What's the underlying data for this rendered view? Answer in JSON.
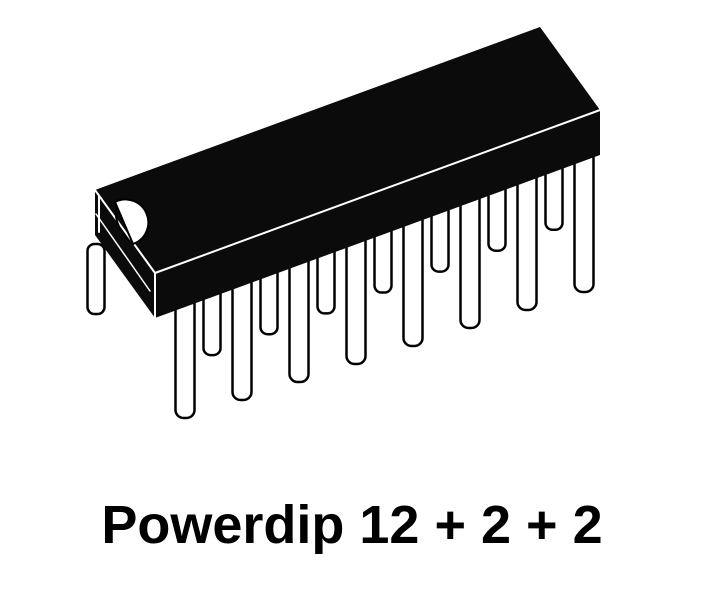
{
  "figure": {
    "type": "ic-package-3d-drawing",
    "caption": "Powerdip 12 + 2 + 2",
    "pins": {
      "front": 8,
      "back": 8,
      "total": 16
    },
    "colors": {
      "body": "#0b0b0b",
      "pin_fill": "#ffffff",
      "outline": "#000000",
      "edge_highlight": "#ffffff",
      "background": "#ffffff"
    }
  }
}
